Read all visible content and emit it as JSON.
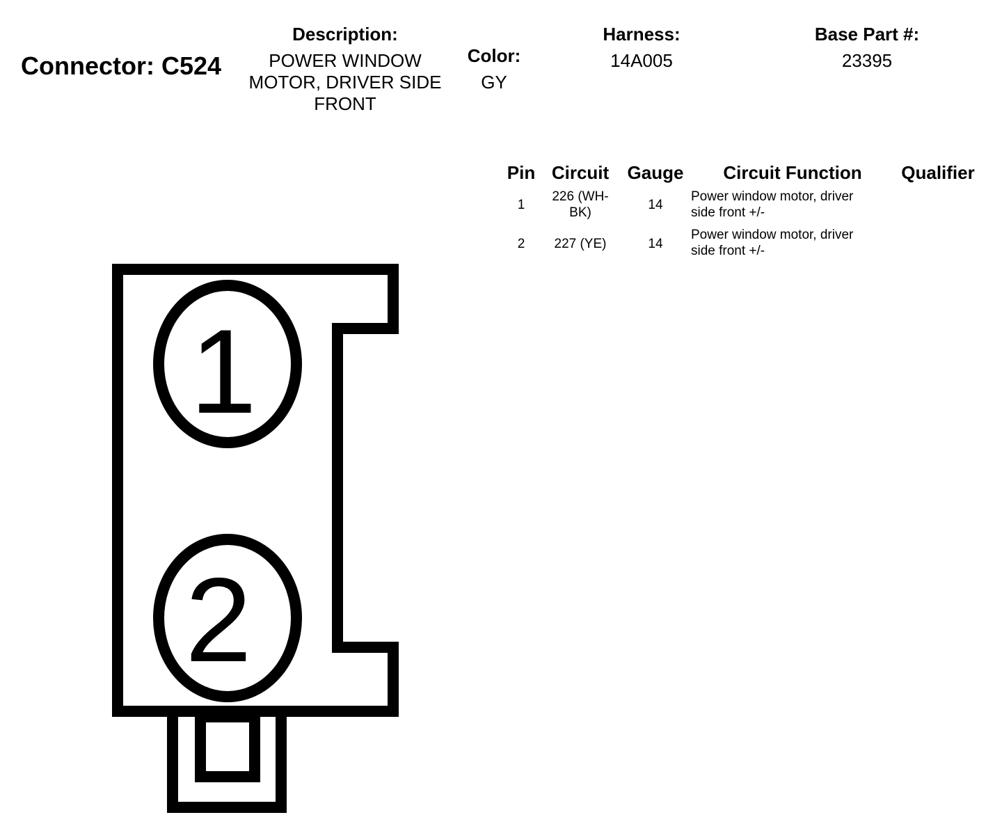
{
  "connector": {
    "title": "Connector: C524",
    "description_label": "Description:",
    "description_lines": [
      "POWER WINDOW",
      "MOTOR, DRIVER SIDE",
      "FRONT"
    ],
    "color_label": "Color:",
    "color_value": "GY",
    "harness_label": "Harness:",
    "harness_value": "14A005",
    "base_part_label": "Base Part #:",
    "base_part_value": "23395"
  },
  "table": {
    "headers": {
      "pin": "Pin",
      "circuit": "Circuit",
      "gauge": "Gauge",
      "function": "Circuit Function",
      "qualifier": "Qualifier"
    },
    "rows": [
      {
        "pin": "1",
        "circuit_lines": [
          "226 (WH-",
          "BK)"
        ],
        "gauge": "14",
        "function_lines": [
          "Power window motor, driver",
          "side front +/-"
        ],
        "qualifier": ""
      },
      {
        "pin": "2",
        "circuit_lines": [
          "227 (YE)"
        ],
        "gauge": "14",
        "function_lines": [
          "Power window motor, driver",
          "side front +/-"
        ],
        "qualifier": ""
      }
    ]
  },
  "diagram": {
    "pins": [
      "1",
      "2"
    ],
    "stroke_color": "#000000"
  }
}
